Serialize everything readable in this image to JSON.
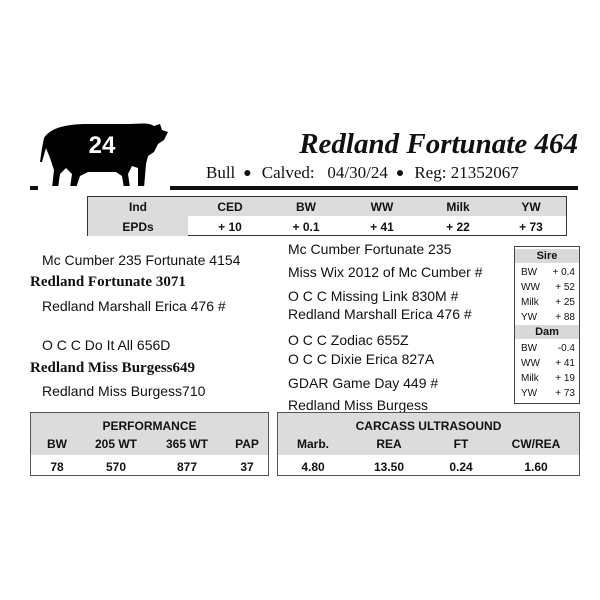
{
  "header": {
    "lot_number": "24",
    "name": "Redland Fortunate 464",
    "sex": "Bull",
    "calved_label": "Calved:",
    "calved_date": "04/30/24",
    "reg_label": "Reg:",
    "reg_number": "21352067"
  },
  "epd": {
    "row_label_top": "Ind",
    "row_label_bottom": "EPDs",
    "columns": [
      "CED",
      "BW",
      "WW",
      "Milk",
      "YW"
    ],
    "values": [
      "+ 10",
      "+ 0.1",
      "+ 41",
      "+ 22",
      "+ 73"
    ]
  },
  "pedigree": {
    "sire_sire": "Mc Cumber 235 Fortunate 4154",
    "sire": "Redland Fortunate 3071",
    "sire_dam": "Redland Marshall Erica 476 #",
    "dam_sire": "O C C Do It All 656D",
    "dam": "Redland Miss Burgess649",
    "dam_dam": "Redland Miss Burgess710",
    "right": [
      "Mc Cumber Fortunate 235",
      "Miss Wix 2012 of Mc Cumber #",
      "O C C Missing Link 830M #",
      "Redland Marshall Erica 476 #",
      "O C C Zodiac 655Z",
      "O C C Dixie Erica 827A",
      "GDAR Game Day 449 #",
      "Redland Miss Burgess"
    ]
  },
  "sire_epds": {
    "label": "Sire",
    "rows": [
      {
        "k": "BW",
        "v": "+ 0.4"
      },
      {
        "k": "WW",
        "v": "+ 52"
      },
      {
        "k": "Milk",
        "v": "+ 25"
      },
      {
        "k": "YW",
        "v": "+ 88"
      }
    ]
  },
  "dam_epds": {
    "label": "Dam",
    "rows": [
      {
        "k": "BW",
        "v": "-0.4"
      },
      {
        "k": "WW",
        "v": "+ 41"
      },
      {
        "k": "Milk",
        "v": "+ 19"
      },
      {
        "k": "YW",
        "v": "+ 73"
      }
    ]
  },
  "performance": {
    "title": "PERFORMANCE",
    "columns": [
      "BW",
      "205 WT",
      "365 WT",
      "PAP"
    ],
    "values": [
      "78",
      "570",
      "877",
      "37"
    ]
  },
  "carcass": {
    "title": "CARCASS ULTRASOUND",
    "columns": [
      "Marb.",
      "REA",
      "FT",
      "CW/REA"
    ],
    "values": [
      "4.80",
      "13.50",
      "0.24",
      "1.60"
    ]
  },
  "colors": {
    "accent": "#111111",
    "shade": "#dcdcdc"
  }
}
